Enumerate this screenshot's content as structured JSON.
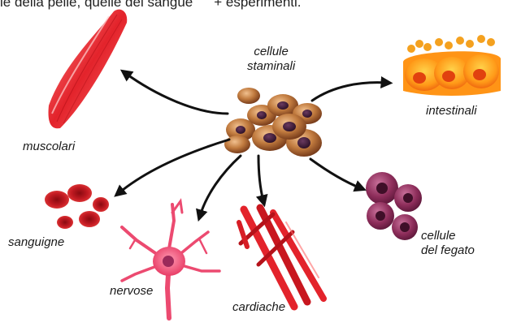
{
  "header_text": {
    "left": "le della pelle, quelle del sangue",
    "right": "+ esperimenti."
  },
  "center_label": [
    "cellule",
    "staminali"
  ],
  "labels": {
    "muscle": "muscolari",
    "blood": "sanguigne",
    "nerve": "nervose",
    "cardiac": "cardiache",
    "liver": [
      "cellule",
      "del fegato"
    ],
    "intestinal": "intestinali"
  }
}
